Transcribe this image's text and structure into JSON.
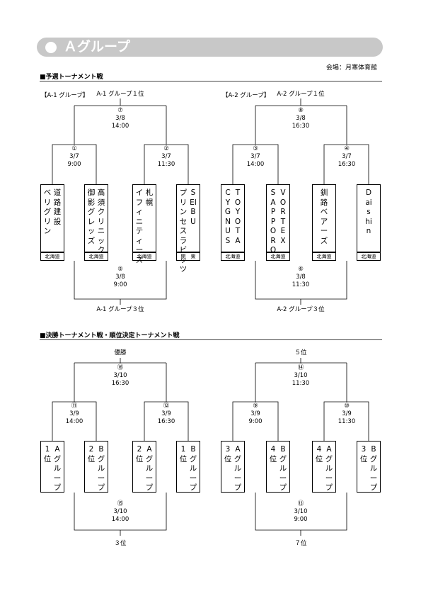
{
  "header": {
    "title": "Ａグループ"
  },
  "venue": "会場：月寒体育館",
  "section1": {
    "title": "■予選トーナメント戦"
  },
  "section2": {
    "title": "■決勝トーナメント戦・順位決定トーナメント戦"
  },
  "prelim": {
    "a1": {
      "group_label": "【A-1 グループ】",
      "top_result": "A-1 グループ１位",
      "bottom_result": "A-1 グループ３位",
      "m7": {
        "no": "⑦",
        "date": "3/8",
        "time": "14:00"
      },
      "m1": {
        "no": "①",
        "date": "3/7",
        "time": "9:00"
      },
      "m2": {
        "no": "②",
        "date": "3/7",
        "time": "11:30"
      },
      "m5": {
        "no": "⑤",
        "date": "3/8",
        "time": "9:00"
      },
      "teams": [
        {
          "cols": [
            "ベリグリン",
            "道路建設"
          ],
          "pref": "北海道"
        },
        {
          "cols": [
            "御影グレッズ",
            "高須クリニック"
          ],
          "pref": "北海道"
        },
        {
          "cols": [
            "イフィニティーズ",
            "札幌"
          ],
          "pref": "北海道"
        },
        {
          "cols": [
            "プリンセスラビッツ",
            "SEIBU"
          ],
          "pref": "関　東"
        }
      ]
    },
    "a2": {
      "group_label": "【A-2 グループ】",
      "top_result": "A-2 グループ１位",
      "bottom_result": "A-2 グループ３位",
      "m8": {
        "no": "⑧",
        "date": "3/8",
        "time": "16:30"
      },
      "m3": {
        "no": "③",
        "date": "3/7",
        "time": "14:00"
      },
      "m4": {
        "no": "④",
        "date": "3/7",
        "time": "16:30"
      },
      "m6": {
        "no": "⑥",
        "date": "3/8",
        "time": "11:30"
      },
      "teams": [
        {
          "cols": [
            "CYGNUS",
            "TOYOTA"
          ],
          "pref": "北海道"
        },
        {
          "cols": [
            "SAPPORO",
            "VORTEX"
          ],
          "pref": "北海道"
        },
        {
          "cols": [
            "",
            "釧路ベアーズ"
          ],
          "pref": "北海道"
        },
        {
          "cols": [
            "",
            "Daishin"
          ],
          "pref": "北海道"
        }
      ]
    }
  },
  "final": {
    "left": {
      "top_result": "優勝",
      "bottom_result": "３位",
      "m16": {
        "no": "⑯",
        "date": "3/10",
        "time": "16:30"
      },
      "m11": {
        "no": "⑪",
        "date": "3/9",
        "time": "14:00"
      },
      "m12": {
        "no": "⑫",
        "date": "3/9",
        "time": "16:30"
      },
      "m15": {
        "no": "⑮",
        "date": "3/10",
        "time": "14:00"
      },
      "teams": [
        {
          "cols": [
            "1位",
            "Aグループ"
          ]
        },
        {
          "cols": [
            "2位",
            "Bグループ"
          ]
        },
        {
          "cols": [
            "2位",
            "Aグループ"
          ]
        },
        {
          "cols": [
            "1位",
            "Bグループ"
          ]
        }
      ]
    },
    "right": {
      "top_result": "５位",
      "bottom_result": "７位",
      "m14": {
        "no": "⑭",
        "date": "3/10",
        "time": "11:30"
      },
      "m9": {
        "no": "⑨",
        "date": "3/9",
        "time": "9:00"
      },
      "m10": {
        "no": "⑩",
        "date": "3/9",
        "time": "11:30"
      },
      "m13": {
        "no": "⑬",
        "date": "3/10",
        "time": "9:00"
      },
      "teams": [
        {
          "cols": [
            "3位",
            "Aグループ"
          ]
        },
        {
          "cols": [
            "4位",
            "Bグループ"
          ]
        },
        {
          "cols": [
            "4位",
            "Aグループ"
          ]
        },
        {
          "cols": [
            "3位",
            "Bグループ"
          ]
        }
      ]
    }
  }
}
